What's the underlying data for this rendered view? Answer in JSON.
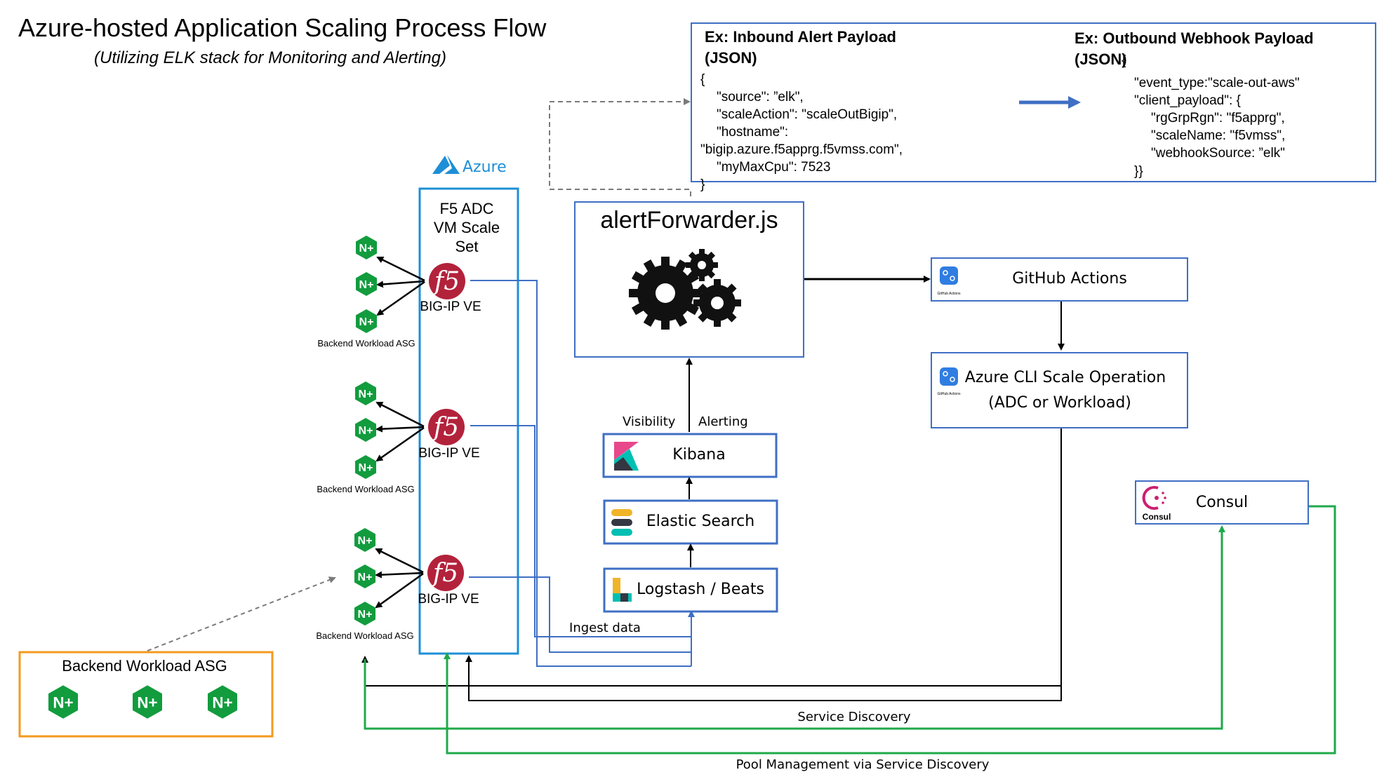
{
  "header": {
    "title": "Azure-hosted Application Scaling Process Flow",
    "subtitle": "(Utilizing  ELK stack for Monitoring and Alerting)"
  },
  "payloads": {
    "inbound_title_1": "Ex: Inbound Alert Payload",
    "inbound_title_2": "(JSON)",
    "inbound_lines": [
      "{",
      "\"source\": ”elk\",",
      "\"scaleAction\": \"scaleOutBigip\",",
      "\"hostname\":",
      "\"bigip.azure.f5apprg.f5vmss.com\",",
      "\"myMaxCpu\": 7523",
      "}"
    ],
    "outbound_title_1": "Ex: Outbound Webhook Payload",
    "outbound_title_2": "(JSON)",
    "outbound_lines": [
      "{",
      "\"event_type:\"scale-out-aws\"",
      "\"client_payload\": {",
      "\"rgGrpRgn\": \"f5apprg\",",
      "\"scaleName: \"f5vmss\",",
      "\"webhookSource: ”elk\"",
      "}}"
    ]
  },
  "azure": {
    "logo_text": "Azure",
    "vmss_line1": "F5 ADC",
    "vmss_line2": "VM Scale",
    "vmss_line3": "Set",
    "bigip_label": "BIG-IP VE",
    "f5_logo_text": "f5"
  },
  "workloads": {
    "nginx_badge": "N+",
    "asg_label": "Backend Workload ASG",
    "legend_title": "Backend Workload ASG"
  },
  "alert_forwarder": {
    "title": "alertForwarder.js",
    "icon": "gears-icon"
  },
  "elk": {
    "visibility": "Visibility",
    "alerting": "Alerting",
    "kibana": "Kibana",
    "elastic": "Elastic Search",
    "logstash": "Logstash / Beats",
    "ingest": "Ingest data"
  },
  "github": {
    "actions": "GitHub Actions",
    "icon_caption": "GitHub Actions",
    "cli_line1": "Azure CLI Scale Operation",
    "cli_line2": "(ADC or Workload)"
  },
  "consul": {
    "label": "Consul",
    "logo_caption": "Consul"
  },
  "flows": {
    "service_discovery": "Service Discovery",
    "pool_management": "Pool Management via Service Discovery"
  },
  "colors": {
    "azure_blue": "#1e8fd6",
    "box_blue": "#3f6fc4",
    "green_line": "#1faa4a",
    "orange": "#f39a1f",
    "nginx_green": "#129c3e",
    "f5_red": "#b3223b",
    "consul_pink": "#ca2171"
  }
}
